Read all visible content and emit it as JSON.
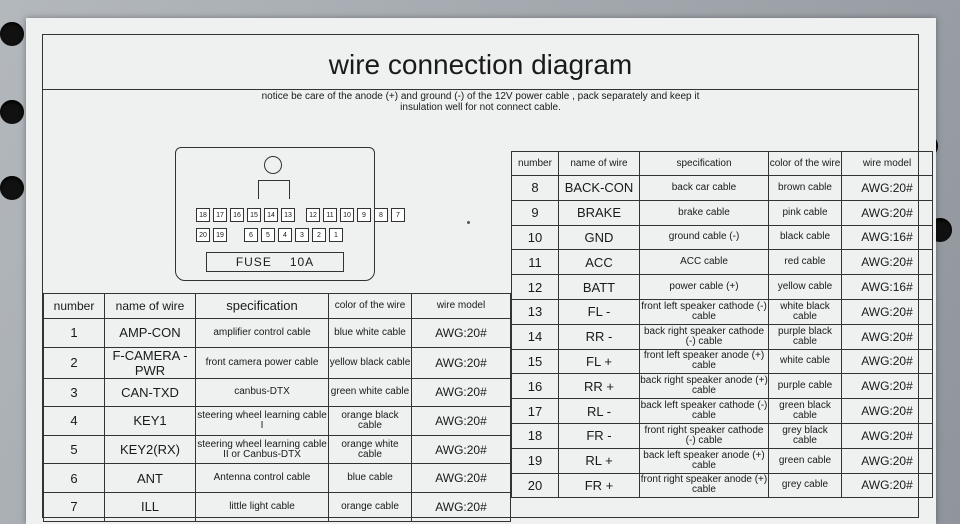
{
  "title": "wire connection diagram",
  "notice": {
    "line1": "notice be care of the anode (+) and ground (-) of the 12V power cable , pack separately and keep it",
    "line2": "insulation well for not connect cable."
  },
  "connector": {
    "pins_top": [
      "18",
      "17",
      "16",
      "15",
      "14",
      "13",
      "12",
      "11",
      "10",
      "9",
      "8",
      "7"
    ],
    "pins_bottom": [
      "20",
      "19",
      "6",
      "5",
      "4",
      "3",
      "2",
      "1"
    ],
    "fuse_label": "FUSE",
    "fuse_value": "10A"
  },
  "headers": {
    "number": "number",
    "name": "name of wire",
    "spec": "specification",
    "color": "color of the wire",
    "model": "wire model"
  },
  "left_rows": [
    {
      "number": "1",
      "name": "AMP-CON",
      "spec": "amplifier control cable",
      "color": "blue white cable",
      "model": "AWG:20#"
    },
    {
      "number": "2",
      "name": "F-CAMERA -PWR",
      "spec": "front camera power cable",
      "color": "yellow black cable",
      "model": "AWG:20#"
    },
    {
      "number": "3",
      "name": "CAN-TXD",
      "spec": "canbus-DTX",
      "color": "green white cable",
      "model": "AWG:20#"
    },
    {
      "number": "4",
      "name": "KEY1",
      "spec": "steering wheel learning cable I",
      "color": "orange black cable",
      "model": "AWG:20#"
    },
    {
      "number": "5",
      "name": "KEY2(RX)",
      "spec": "steering wheel learning cable II or Canbus-DTX",
      "color": "orange white cable",
      "model": "AWG:20#"
    },
    {
      "number": "6",
      "name": "ANT",
      "spec": "Antenna control cable",
      "color": "blue cable",
      "model": "AWG:20#"
    },
    {
      "number": "7",
      "name": "ILL",
      "spec": "little light cable",
      "color": "orange cable",
      "model": "AWG:20#"
    }
  ],
  "right_rows": [
    {
      "number": "8",
      "name": "BACK-CON",
      "spec": "back car cable",
      "color": "brown cable",
      "model": "AWG:20#"
    },
    {
      "number": "9",
      "name": "BRAKE",
      "spec": "brake cable",
      "color": "pink cable",
      "model": "AWG:20#"
    },
    {
      "number": "10",
      "name": "GND",
      "spec": "ground cable (-)",
      "color": "black cable",
      "model": "AWG:16#"
    },
    {
      "number": "11",
      "name": "ACC",
      "spec": "ACC cable",
      "color": "red cable",
      "model": "AWG:20#"
    },
    {
      "number": "12",
      "name": "BATT",
      "spec": "power cable (+)",
      "color": "yellow cable",
      "model": "AWG:16#"
    },
    {
      "number": "13",
      "name": "FL -",
      "spec": "front left speaker cathode (-) cable",
      "color": "white black cable",
      "model": "AWG:20#"
    },
    {
      "number": "14",
      "name": "RR -",
      "spec": "back right speaker cathode (-) cable",
      "color": "purple black cable",
      "model": "AWG:20#"
    },
    {
      "number": "15",
      "name": "FL +",
      "spec": "front left speaker anode (+) cable",
      "color": "white cable",
      "model": "AWG:20#"
    },
    {
      "number": "16",
      "name": "RR +",
      "spec": "back right speaker anode (+) cable",
      "color": "purple cable",
      "model": "AWG:20#"
    },
    {
      "number": "17",
      "name": "RL -",
      "spec": "back left speaker cathode (-) cable",
      "color": "green black cable",
      "model": "AWG:20#"
    },
    {
      "number": "18",
      "name": "FR -",
      "spec": "front right speaker cathode (-) cable",
      "color": "grey black cable",
      "model": "AWG:20#"
    },
    {
      "number": "19",
      "name": "RL +",
      "spec": "back left speaker anode (+) cable",
      "color": "green cable",
      "model": "AWG:20#"
    },
    {
      "number": "20",
      "name": "FR +",
      "spec": "front right speaker anode (+) cable",
      "color": "grey cable",
      "model": "AWG:20#"
    }
  ]
}
